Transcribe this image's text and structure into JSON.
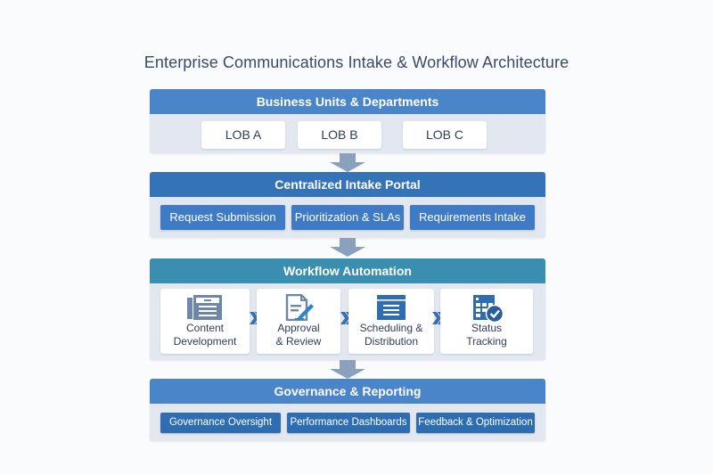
{
  "title": "Enterprise Communications Intake & Workflow Architecture",
  "colors": {
    "header_blue": "#4a84c9",
    "header_dark_blue": "#3573b9",
    "header_teal": "#3a8fb0",
    "arrow_gray": "#8ba0bc",
    "panel_bg": "#e3e8f0",
    "button_blue": "#3f7bc4",
    "icon_slate": "#6e87a8",
    "icon_blue": "#2f6db2"
  },
  "sections": {
    "business_units": {
      "header": "Business Units & Departments",
      "items": [
        "LOB A",
        "LOB B",
        "LOB C"
      ]
    },
    "intake_portal": {
      "header": "Centralized Intake Portal",
      "items": [
        "Request Submission",
        "Prioritization & SLAs",
        "Requirements Intake"
      ]
    },
    "workflow": {
      "header": "Workflow Automation",
      "steps": [
        {
          "line1": "Content",
          "line2": "Development",
          "icon": "document-layout-icon"
        },
        {
          "line1": "Approval",
          "line2": "& Review",
          "icon": "document-pen-icon"
        },
        {
          "line1": "Scheduling &",
          "line2": "Distribution",
          "icon": "window-list-icon"
        },
        {
          "line1": "Status",
          "line2": "Tracking",
          "icon": "calendar-check-icon"
        }
      ]
    },
    "governance": {
      "header": "Governance & Reporting",
      "items": [
        "Governance Oversight",
        "Performance Dashboards",
        "Feedback & Optimization"
      ]
    }
  }
}
